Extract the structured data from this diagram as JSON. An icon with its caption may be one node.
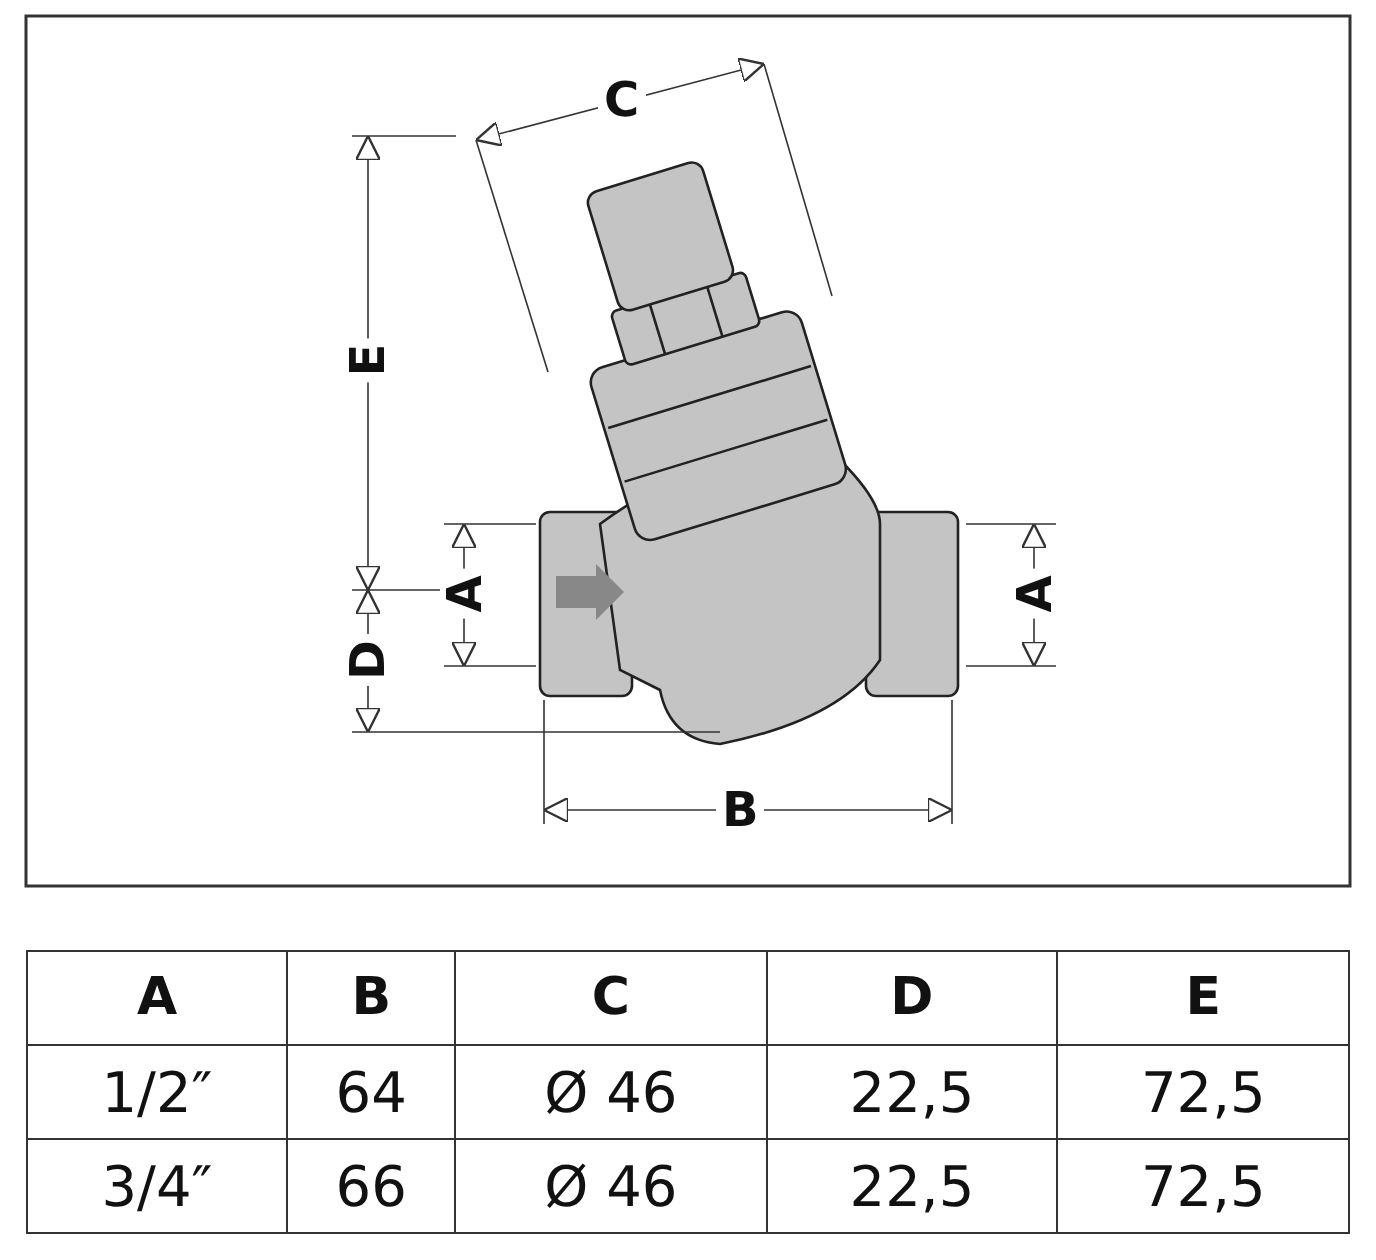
{
  "diagram": {
    "labels": [
      "C",
      "E",
      "A",
      "A",
      "D",
      "B",
      "A",
      "B",
      "C",
      "D",
      "E",
      "1/2″",
      "64",
      "Ø 46",
      "22,5",
      "72,5",
      "3/4″",
      "66",
      "Ø 46",
      "22,5",
      "72,5"
    ]
  }
}
